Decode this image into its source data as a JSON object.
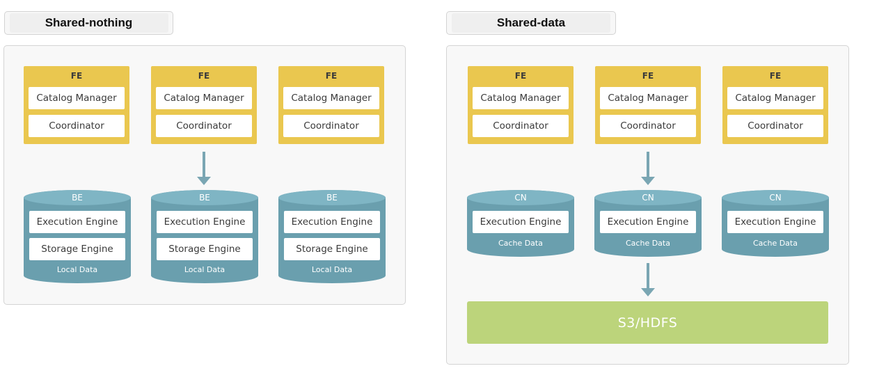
{
  "left": {
    "title": "Shared-nothing",
    "fe_nodes": [
      {
        "title": "FE",
        "rows": [
          "Catalog Manager",
          "Coordinator"
        ]
      },
      {
        "title": "FE",
        "rows": [
          "Catalog Manager",
          "Coordinator"
        ]
      },
      {
        "title": "FE",
        "rows": [
          "Catalog Manager",
          "Coordinator"
        ]
      }
    ],
    "be_nodes": [
      {
        "title": "BE",
        "rows": [
          "Execution Engine",
          "Storage Engine"
        ],
        "footer": "Local Data"
      },
      {
        "title": "BE",
        "rows": [
          "Execution Engine",
          "Storage Engine"
        ],
        "footer": "Local Data"
      },
      {
        "title": "BE",
        "rows": [
          "Execution Engine",
          "Storage Engine"
        ],
        "footer": "Local Data"
      }
    ]
  },
  "right": {
    "title": "Shared-data",
    "fe_nodes": [
      {
        "title": "FE",
        "rows": [
          "Catalog Manager",
          "Coordinator"
        ]
      },
      {
        "title": "FE",
        "rows": [
          "Catalog Manager",
          "Coordinator"
        ]
      },
      {
        "title": "FE",
        "rows": [
          "Catalog Manager",
          "Coordinator"
        ]
      }
    ],
    "cn_nodes": [
      {
        "title": "CN",
        "rows": [
          "Execution Engine"
        ],
        "footer": "Cache Data"
      },
      {
        "title": "CN",
        "rows": [
          "Execution Engine"
        ],
        "footer": "Cache Data"
      },
      {
        "title": "CN",
        "rows": [
          "Execution Engine"
        ],
        "footer": "Cache Data"
      }
    ],
    "storage": "S3/HDFS"
  },
  "colors": {
    "fe": "#eac74f",
    "cylinder_body": "#6a9fae",
    "cylinder_top": "#7fb5c4",
    "arrow": "#7aa6b3",
    "storage": "#bcd47b"
  }
}
